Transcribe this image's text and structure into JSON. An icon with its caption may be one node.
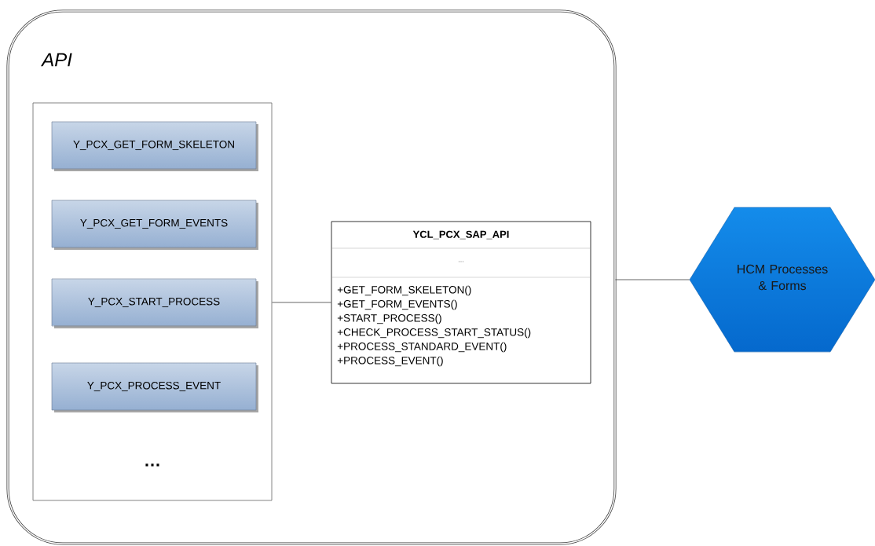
{
  "diagram": {
    "nodes": [
      {
        "text": [
          "API"
        ]
      },
      {
        "text": [
          "…"
        ],
        "in": 0
      },
      {
        "text": [
          "Y_PCX_GET_FORM_SKELETON"
        ],
        "in": 1
      },
      {
        "text": [
          "Y_PCX_GET_FORM_EVENTS"
        ],
        "in": 1
      },
      {
        "text": [
          "Y_PCX_START_PROCESS"
        ],
        "in": 1
      },
      {
        "text": [
          "Y_PCX_PROCESS_EVENT"
        ],
        "in": 1
      },
      {
        "text": [
          "YCL_PCX_SAP_API",
          "...",
          "+GET_FORM_SKELETON()",
          "+GET_FORM_EVENTS()",
          "+START_PROCESS()",
          "+CHECK_PROCESS_START_STATUS()",
          "+PROCESS_STANDARD_EVENT()",
          "+PROCESS_EVENT()"
        ],
        "in": 0
      },
      {
        "text": [
          "HCM Processes & Forms"
        ]
      }
    ],
    "edges": [
      {
        "from": 1,
        "to": 6,
        "arrow": "none"
      },
      {
        "from": 0,
        "to": 7,
        "arrow": "none"
      }
    ]
  }
}
